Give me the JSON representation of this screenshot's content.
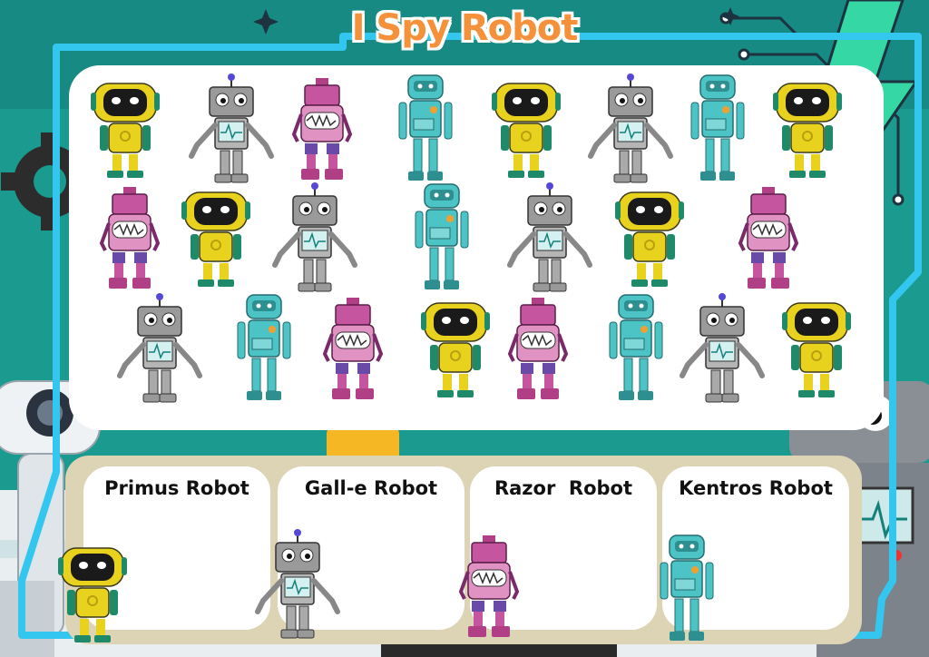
{
  "title": "I Spy Robot",
  "colors": {
    "title": "#f5913a",
    "frame": "#33c6ee",
    "background": "#1b9a90",
    "robot_yellow": "#e8d21d",
    "robot_gray": "#9a9a9a",
    "robot_pink": "#c4559e",
    "robot_teal": "#4cc3c4"
  },
  "robot_types": {
    "yellow": {
      "name": "Primus Robot"
    },
    "gray": {
      "name": "Gall-e Robot"
    },
    "pink": {
      "name": "Razor  Robot"
    },
    "teal": {
      "name": "Kentros Robot"
    }
  },
  "search_board": {
    "rows": [
      [
        "yellow",
        "gray",
        "pink",
        "teal",
        "yellow",
        "gray",
        "teal",
        "yellow"
      ],
      [
        "pink",
        "yellow",
        "gray",
        "teal",
        "gray",
        "yellow",
        "pink"
      ],
      [
        "gray",
        "teal",
        "pink",
        "yellow",
        "pink",
        "teal",
        "gray",
        "yellow"
      ]
    ]
  },
  "tally": [
    {
      "label": "Primus Robot",
      "robot": "yellow",
      "count": ""
    },
    {
      "label": "Gall-e Robot",
      "robot": "gray",
      "count": ""
    },
    {
      "label": "Razor  Robot",
      "robot": "pink",
      "count": ""
    },
    {
      "label": "Kentros Robot",
      "robot": "teal",
      "count": ""
    }
  ]
}
